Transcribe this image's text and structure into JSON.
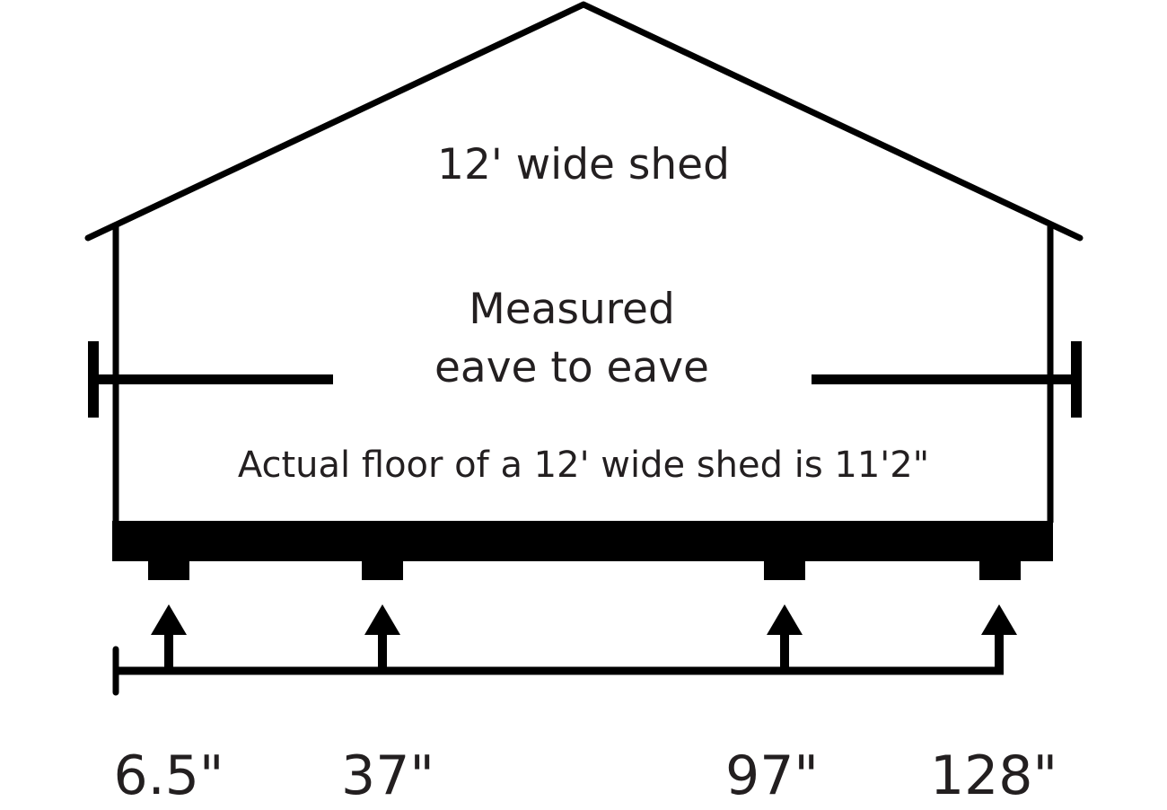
{
  "title": "12' wide shed",
  "measure_label": [
    "Measured",
    "eave to eave"
  ],
  "floor_note": "Actual floor of a 12' wide shed is 11'2\"",
  "joist_positions": [
    {
      "label": "6.5\""
    },
    {
      "label": "37\""
    },
    {
      "label": "97\""
    },
    {
      "label": "128\""
    }
  ],
  "colors": {
    "ink": "#000000",
    "text": "#231f20",
    "background": "#ffffff"
  }
}
